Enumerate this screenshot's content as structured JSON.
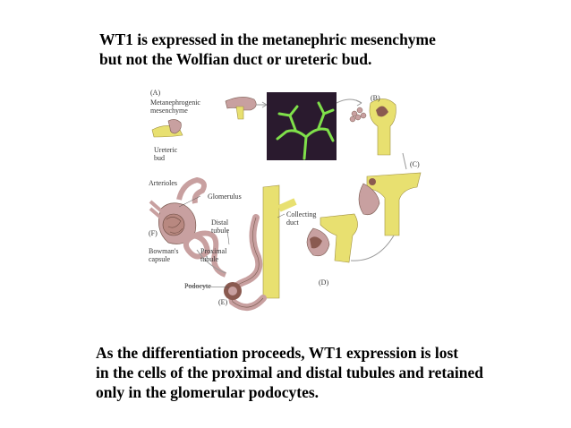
{
  "title": {
    "line1": "WT1 is expressed in the metanephric mesenchyme",
    "line2": "but not the Wolfian duct or ureteric bud."
  },
  "figure": {
    "panel_a": "(A)",
    "panel_b": "(B)",
    "panel_c": "(C)",
    "panel_d": "(D)",
    "panel_e": "(E)",
    "panel_f": "(F)",
    "metanephrogenic_1": "Metanephrogenic",
    "metanephrogenic_2": "mesenchyme",
    "ureteric_1": "Ureteric",
    "ureteric_2": "bud",
    "arterioles": "Arterioles",
    "glomerulus": "Glomerulus",
    "distal_1": "Distal",
    "distal_2": "tubule",
    "collecting_1": "Collecting",
    "collecting_2": "duct",
    "bowmans_1": "Bowman's",
    "bowmans_2": "capsule",
    "proximal_1": "Proximal",
    "proximal_2": "tubule",
    "podocyte": "Podocyte"
  },
  "caption": {
    "line1": "As the differentiation proceeds, WT1 expression is lost",
    "line2": "in the cells of the proximal and distal tubules and retained",
    "line3": "only in the glomerular podocytes."
  },
  "colors": {
    "duct_yellow": "#e8e070",
    "tissue_pink": "#c8a0a0",
    "tubule_dark": "#8a5a50",
    "fluorescence_bg": "#2a1a2e",
    "fluorescence_green": "#7fe04a"
  }
}
